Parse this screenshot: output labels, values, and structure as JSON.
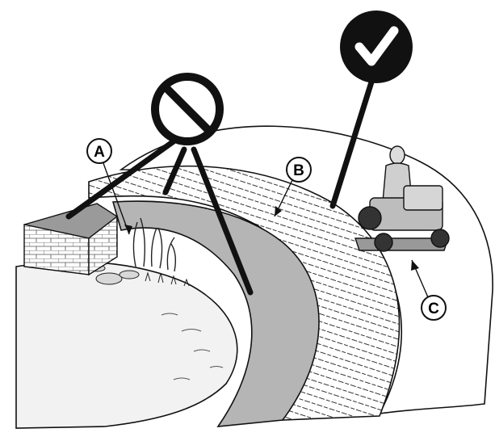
{
  "callouts": {
    "a": {
      "label": "A"
    },
    "b": {
      "label": "B"
    },
    "c": {
      "label": "C"
    }
  },
  "symbols": {
    "prohibited": "prohibited-icon",
    "approved": "checkmark-icon"
  },
  "colors": {
    "ink": "#111111",
    "slope": "#b5b5b5",
    "water": "#f2f2f2",
    "ground": "#ffffff"
  }
}
